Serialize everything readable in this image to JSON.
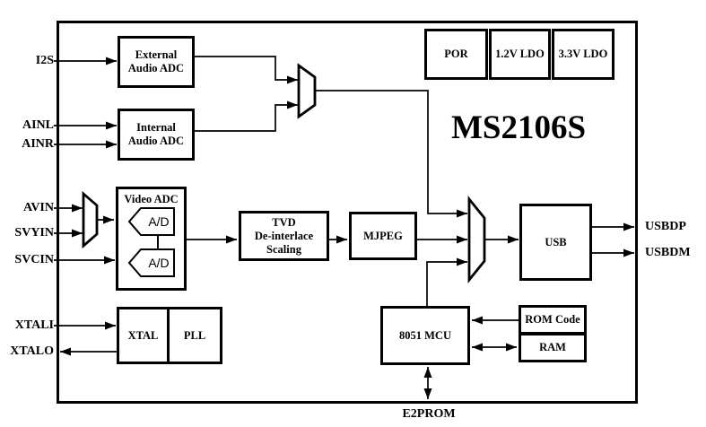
{
  "colors": {
    "ink": "#000000",
    "background": "#ffffff"
  },
  "chip": {
    "title": "MS2106S"
  },
  "pins": {
    "i2s": "I2S",
    "ainl": "AINL",
    "ainr": "AINR",
    "avin": "AVIN",
    "svyin": "SVYIN",
    "svcin": "SVCIN",
    "xtali": "XTALI",
    "xtalo": "XTALO",
    "usbdp": "USBDP",
    "usbdm": "USBDM",
    "e2prom": "E2PROM"
  },
  "blocks": {
    "external_audio_adc": {
      "line1": "External",
      "line2": "Audio ADC"
    },
    "internal_audio_adc": {
      "line1": "Internal",
      "line2": "Audio ADC"
    },
    "video_adc": {
      "label": "Video ADC",
      "ad_top": "A/D",
      "ad_bottom": "A/D"
    },
    "tvd": {
      "line1": "TVD",
      "line2": "De-interlace",
      "line3": "Scaling"
    },
    "mjpeg": {
      "label": "MJPEG"
    },
    "usb": {
      "label": "USB"
    },
    "mcu": {
      "label": "8051 MCU"
    },
    "rom": {
      "label": "ROM Code"
    },
    "ram": {
      "label": "RAM"
    },
    "xtal": {
      "label": "XTAL"
    },
    "pll": {
      "label": "PLL"
    },
    "por": {
      "label": "POR"
    },
    "ldo_1v2": {
      "label": "1.2V LDO"
    },
    "ldo_3v3": {
      "label": "3.3V LDO"
    }
  }
}
